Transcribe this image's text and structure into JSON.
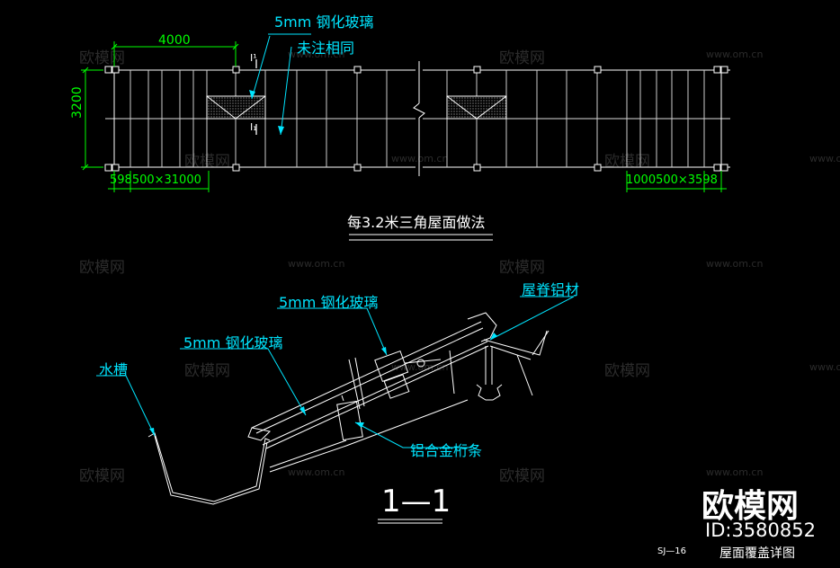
{
  "watermarks": {
    "text": "欧模网",
    "url": "www.om.cn"
  },
  "plan": {
    "glass_label": "5mm 钢化玻璃",
    "same_label": "未注相同",
    "dim_top": "4000",
    "dim_height": "3200",
    "dim_left": "598500×31000",
    "dim_right": "1000500×3598",
    "section_mark_top": "I¹",
    "section_mark_bottom": "I₁",
    "title": "每3.2米三角屋面做法"
  },
  "section": {
    "glass_label_1": "5mm 钢化玻璃",
    "glass_label_2": "5mm 钢化玻璃",
    "ridge_label": "屋脊铝材",
    "gutter_label": "水槽",
    "purlin_label": "铝合金桁条",
    "title": "1—1"
  },
  "footer": {
    "sheet_no": "SJ—16",
    "sheet_title": "屋面覆盖详图",
    "brand_name": "欧模网",
    "brand_id": "ID:3580852"
  },
  "colors": {
    "cyan": "#00e5ff",
    "green": "#00ff00",
    "white": "#ffffff",
    "background": "#000000"
  }
}
